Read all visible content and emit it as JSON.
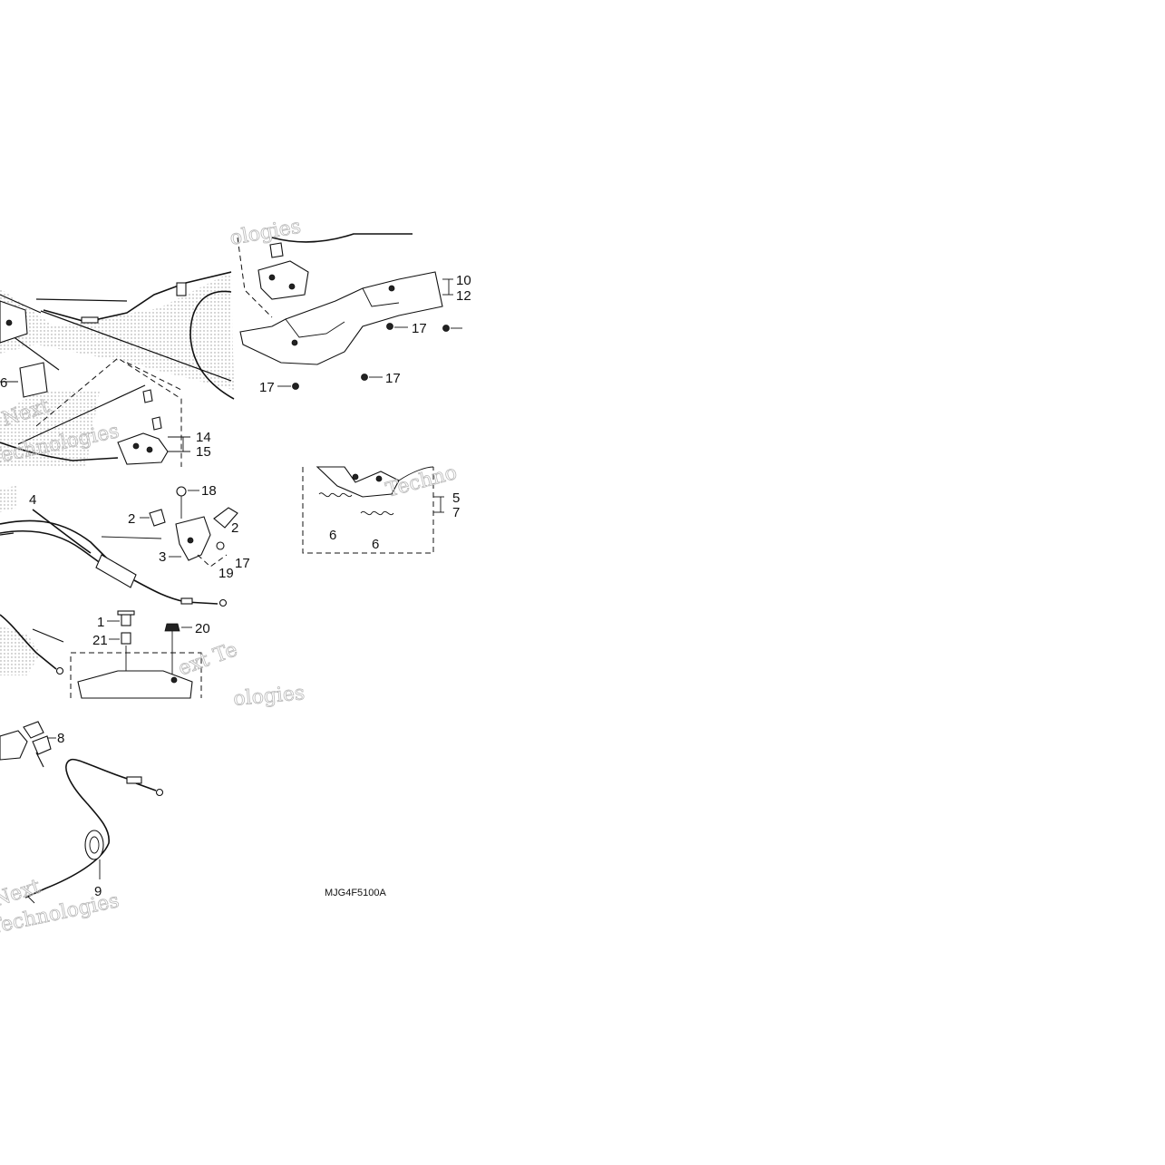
{
  "diagram": {
    "drawing_code": "MJG4F5100A",
    "callouts": [
      {
        "id": "c-10",
        "label": "10"
      },
      {
        "id": "c-12",
        "label": "12"
      },
      {
        "id": "c-17a",
        "label": "17"
      },
      {
        "id": "c-17b",
        "label": "17"
      },
      {
        "id": "c-17c",
        "label": "17"
      },
      {
        "id": "c-14",
        "label": "14"
      },
      {
        "id": "c-15",
        "label": "15"
      },
      {
        "id": "c-16",
        "label": "6"
      },
      {
        "id": "c-4",
        "label": "4"
      },
      {
        "id": "c-18",
        "label": "18"
      },
      {
        "id": "c-2a",
        "label": "2"
      },
      {
        "id": "c-2b",
        "label": "2"
      },
      {
        "id": "c-3",
        "label": "3"
      },
      {
        "id": "c-19",
        "label": "19"
      },
      {
        "id": "c-17d",
        "label": "17"
      },
      {
        "id": "c-5",
        "label": "5"
      },
      {
        "id": "c-7",
        "label": "7"
      },
      {
        "id": "c-6a",
        "label": "6"
      },
      {
        "id": "c-6b",
        "label": "6"
      },
      {
        "id": "c-1",
        "label": "1"
      },
      {
        "id": "c-20",
        "label": "20"
      },
      {
        "id": "c-21",
        "label": "21"
      },
      {
        "id": "c-8",
        "label": "8"
      },
      {
        "id": "c-9",
        "label": "9"
      }
    ],
    "watermarks": [
      "Next Technologies",
      "Technologies",
      "Techno",
      "ext Te",
      "Next",
      "Technologies",
      "ologies"
    ]
  }
}
